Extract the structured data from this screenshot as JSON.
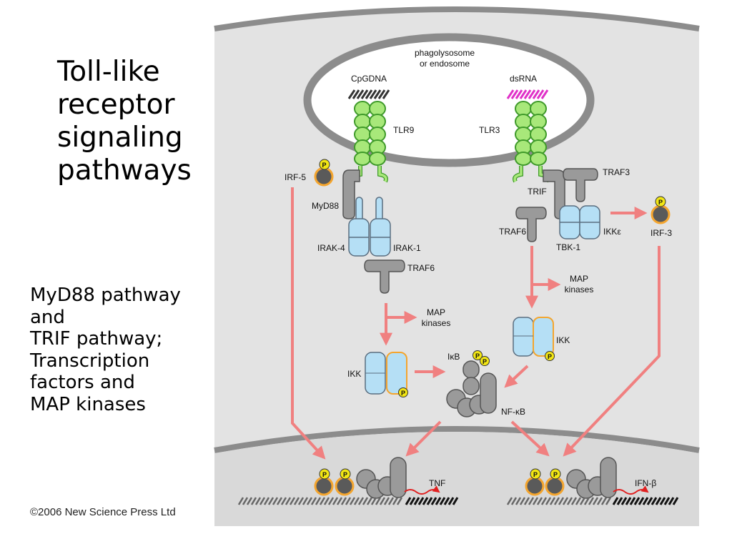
{
  "slide": {
    "title": [
      "Toll-like",
      "receptor",
      "signaling",
      "pathways"
    ],
    "subtitle": [
      "MyD88 pathway",
      "and",
      "TRIF pathway;",
      "Transcription",
      "factors and",
      "MAP kinases"
    ],
    "copyright": "©2006 New Science Press Ltd"
  },
  "figure": {
    "compartment": [
      "phagolysosome",
      "or endosome"
    ],
    "ligands": {
      "left": "CpGDNA",
      "right": "dsRNA"
    },
    "receptors": {
      "left": "TLR9",
      "right": "TLR3"
    },
    "myd88_pathway": {
      "irf5": "IRF-5",
      "myd88": "MyD88",
      "irak4": "IRAK-4",
      "irak1": "IRAK-1",
      "traf6": "TRAF6",
      "map": [
        "MAP",
        "kinases"
      ],
      "ikk": "IKK",
      "ikb": "IκB",
      "nfkb": "NF-κB"
    },
    "trif_pathway": {
      "trif": "TRIF",
      "traf3": "TRAF3",
      "traf6": "TRAF6",
      "tbk1": "TBK-1",
      "ikke": "IKKε",
      "irf3": "IRF-3",
      "map": [
        "MAP",
        "kinases"
      ],
      "ikk": "IKK"
    },
    "genes": {
      "left": "TNF",
      "right": "IFN-β"
    },
    "phospho": "P",
    "colors": {
      "cytoplasm": "#e3e3e3",
      "membrane": "#8c8c8c",
      "receptor": "#a8e87a",
      "receptor_outline": "#3f9a2a",
      "kinase": "#b5dff5",
      "kinase_outline": "#5a6e80",
      "adaptor": "#9a9a9a",
      "arrow": "#f08080",
      "phospho": "#f2e614",
      "irf": "#5a5a5a",
      "irf_ring": "#f4a52e",
      "dsrna": "#e030c8"
    }
  }
}
